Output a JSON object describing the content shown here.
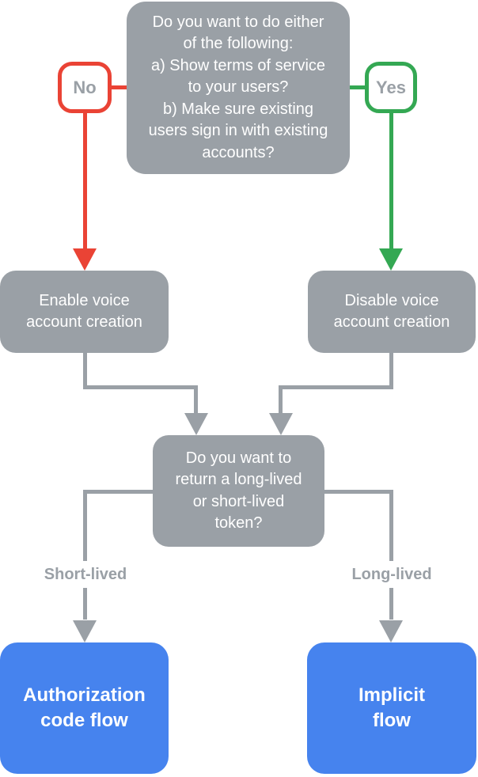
{
  "colors": {
    "gray": "#9AA0A6",
    "red": "#EA4335",
    "green": "#34A853",
    "blue": "#4683EE",
    "node-text": "#FFFFFF",
    "muted-text": "#9AA0A6",
    "bg": "#FFFFFF"
  },
  "flowchart": {
    "top_question": {
      "text": "Do you want to do either\nof the following:\na) Show terms of service\nto your users?\nb) Make sure existing\nusers sign in with existing\naccounts?"
    },
    "branch_no": {
      "label": "No"
    },
    "branch_yes": {
      "label": "Yes"
    },
    "node_enable": {
      "text": "Enable voice\naccount creation"
    },
    "node_disable": {
      "text": "Disable voice\naccount creation"
    },
    "token_question": {
      "text": "Do you want to\nreturn a long-lived\nor short-lived\ntoken?"
    },
    "edge_short": {
      "label": "Short-lived"
    },
    "edge_long": {
      "label": "Long-lived"
    },
    "result_auth": {
      "text": "Authorization\ncode flow"
    },
    "result_implicit": {
      "text": "Implicit\nflow"
    }
  }
}
